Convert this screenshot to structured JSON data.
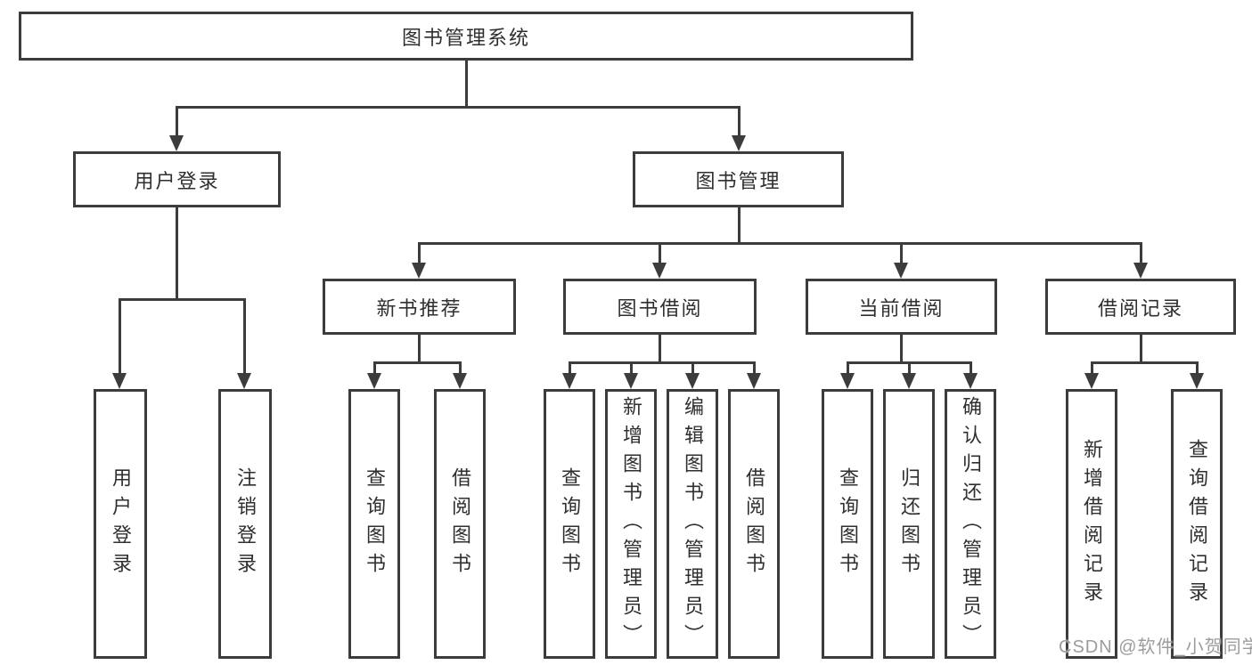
{
  "diagram": {
    "tree": {
      "root": {
        "label": "图书管理系统",
        "children": [
          {
            "label": "用户登录",
            "children": [
              {
                "label": "用户登录"
              },
              {
                "label": "注销登录"
              }
            ]
          },
          {
            "label": "图书管理",
            "children": [
              {
                "label": "新书推荐",
                "children": [
                  {
                    "label": "查询图书"
                  },
                  {
                    "label": "借阅图书"
                  }
                ]
              },
              {
                "label": "图书借阅",
                "children": [
                  {
                    "label": "查询图书"
                  },
                  {
                    "label": "新增图书（管理员）"
                  },
                  {
                    "label": "编辑图书（管理员）"
                  },
                  {
                    "label": "借阅图书"
                  }
                ]
              },
              {
                "label": "当前借阅",
                "children": [
                  {
                    "label": "查询图书"
                  },
                  {
                    "label": "归还图书"
                  },
                  {
                    "label": "确认归还（管理员）"
                  }
                ]
              },
              {
                "label": "借阅记录",
                "children": [
                  {
                    "label": "新增借阅记录"
                  },
                  {
                    "label": "查询借阅记录"
                  }
                ]
              }
            ]
          }
        ]
      }
    },
    "colors": {
      "line": "#3c3c3c",
      "text": "#2f2f2f",
      "background": "#ffffff",
      "watermark": "#9c9c9c"
    }
  },
  "watermark": {
    "text": "CSDN @软件_小贺同学"
  }
}
